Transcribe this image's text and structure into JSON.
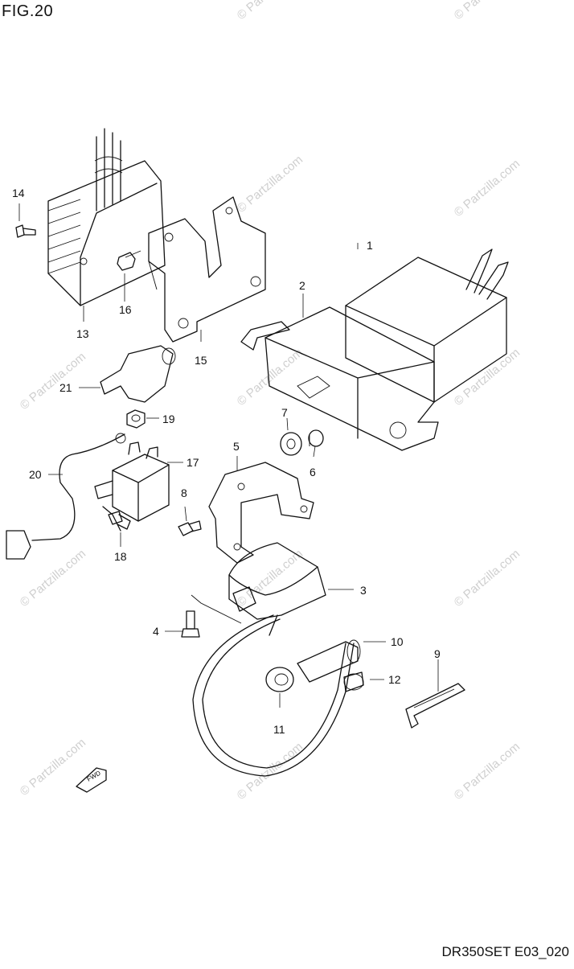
{
  "figure": {
    "title": "FIG.20",
    "footer": "DR350SET E03_020",
    "watermark": "© Partzilla.com",
    "fwd_label": "FWD"
  },
  "callouts": [
    {
      "id": "c1",
      "label": "1"
    },
    {
      "id": "c2",
      "label": "2"
    },
    {
      "id": "c3",
      "label": "3"
    },
    {
      "id": "c4",
      "label": "4"
    },
    {
      "id": "c5",
      "label": "5"
    },
    {
      "id": "c6",
      "label": "6"
    },
    {
      "id": "c7",
      "label": "7"
    },
    {
      "id": "c8",
      "label": "8"
    },
    {
      "id": "c9",
      "label": "9"
    },
    {
      "id": "c10",
      "label": "10"
    },
    {
      "id": "c11",
      "label": "11"
    },
    {
      "id": "c12",
      "label": "12"
    },
    {
      "id": "c13",
      "label": "13"
    },
    {
      "id": "c14",
      "label": "14"
    },
    {
      "id": "c15",
      "label": "15"
    },
    {
      "id": "c16",
      "label": "16"
    },
    {
      "id": "c17",
      "label": "17"
    },
    {
      "id": "c18",
      "label": "18"
    },
    {
      "id": "c19",
      "label": "19"
    },
    {
      "id": "c20",
      "label": "20"
    },
    {
      "id": "c21",
      "label": "21"
    }
  ]
}
